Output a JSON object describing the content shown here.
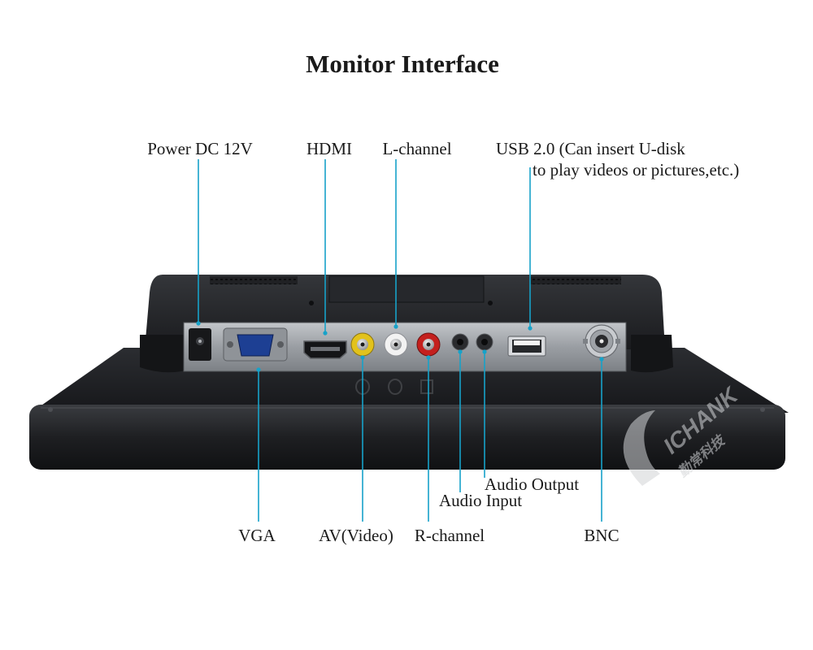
{
  "title": "Monitor Interface",
  "labels": {
    "power": "Power DC 12V",
    "hdmi": "HDMI",
    "l_channel": "L-channel",
    "usb_line1": "USB 2.0 (Can insert U-disk",
    "usb_line2": "to play videos or pictures,etc.)",
    "vga": "VGA",
    "av_video": "AV(Video)",
    "r_channel": "R-channel",
    "audio_output": "Audio Output",
    "audio_input": "Audio Input",
    "bnc": "BNC"
  },
  "watermark": {
    "brand": "ICHANK",
    "brand_cn": "勤常科技"
  },
  "colors": {
    "leader_line": "#17a2c9",
    "monitor_body": "#1e1f22",
    "port_panel": "#a9adb2",
    "rca_yellow": "#e2c21c",
    "rca_white": "#f2f2f2",
    "rca_red": "#c4201e"
  }
}
